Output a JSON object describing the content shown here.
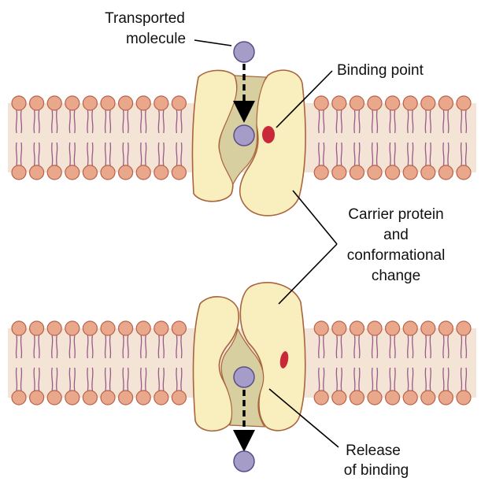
{
  "labels": {
    "transported_molecule": [
      "Transported",
      "molecule"
    ],
    "binding_point": "Binding point",
    "carrier_protein": [
      "Carrier protein",
      "and",
      "conformational",
      "change"
    ],
    "release_of_binding": [
      "Release",
      "of binding"
    ]
  },
  "colors": {
    "membrane_fill": "#f4e4d6",
    "lipid_head": "#e9a88c",
    "lipid_head_stroke": "#b8624a",
    "lipid_tail": "#9a5a8a",
    "protein_fill": "#f9eebe",
    "protein_stroke": "#a8643c",
    "channel_fill": "#d7cf9f",
    "molecule_fill": "#a59cc8",
    "molecule_stroke": "#5a4e8a",
    "binding_site": "#c8283a",
    "leader_line": "#000000"
  }
}
